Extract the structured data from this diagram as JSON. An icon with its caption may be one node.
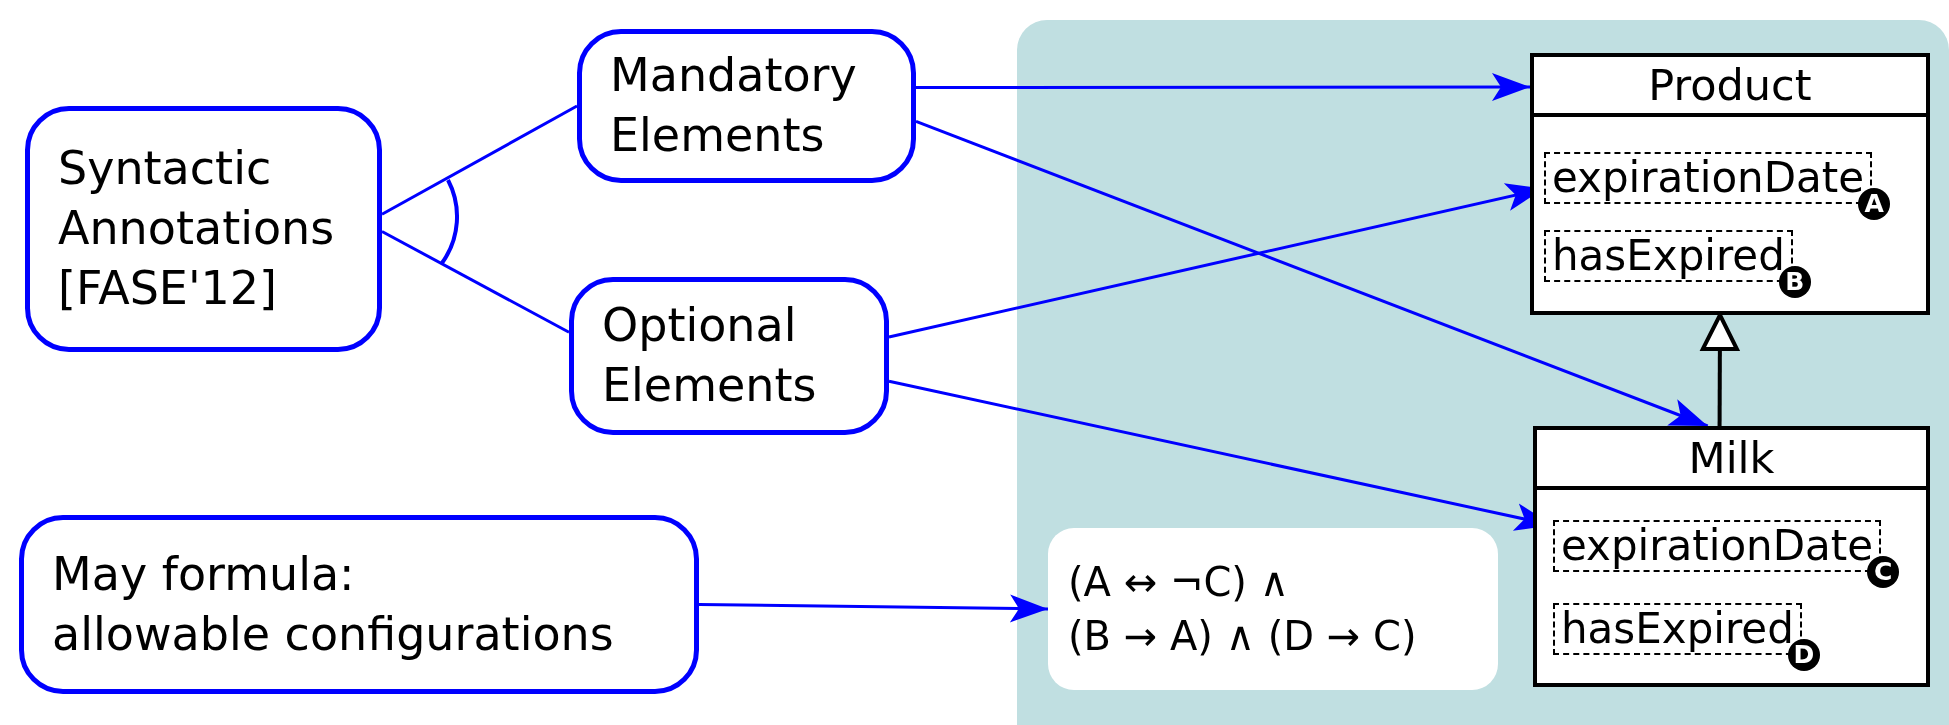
{
  "diagram": {
    "nodes": [
      {
        "text": [
          "Syntactic Annotations [FASE'12]"
        ]
      },
      {
        "text": [
          "Mandatory Elements"
        ]
      },
      {
        "text": [
          "Optional Elements"
        ]
      },
      {
        "text": [
          "May formula:",
          "allowable configurations"
        ]
      },
      {
        "text": [],
        "shape": "box"
      },
      {
        "text": [
          "(A ↔ ¬C) ∧",
          "(B → A) ∧ (D → C)"
        ],
        "in": 4
      },
      {
        "text": [
          "Product"
        ],
        "in": 4
      },
      {
        "text": [
          "expirationDate"
        ],
        "in": 6,
        "beside": [
          "A"
        ]
      },
      {
        "text": [
          "hasExpired"
        ],
        "in": 6,
        "beside": [
          "B"
        ]
      },
      {
        "text": [
          "Milk"
        ],
        "in": 4
      },
      {
        "text": [
          "expirationDate"
        ],
        "in": 9,
        "beside": [
          "C"
        ]
      },
      {
        "text": [
          "hasExpired"
        ],
        "in": 9,
        "beside": [
          "D"
        ]
      }
    ],
    "edges": [
      {
        "from": 0,
        "to": 1,
        "arrow": "none"
      },
      {
        "from": 0,
        "to": 2,
        "arrow": "none"
      },
      {
        "from": 1,
        "to": 6,
        "arrow": "to"
      },
      {
        "from": 1,
        "to": 9,
        "arrow": "to"
      },
      {
        "from": 2,
        "to": 7,
        "arrow": "to"
      },
      {
        "from": 2,
        "to": 10,
        "arrow": "to"
      },
      {
        "from": 3,
        "to": 5,
        "arrow": "to"
      },
      {
        "from": 9,
        "to": 6,
        "arrow": "to",
        "color": "#000000"
      }
    ]
  }
}
